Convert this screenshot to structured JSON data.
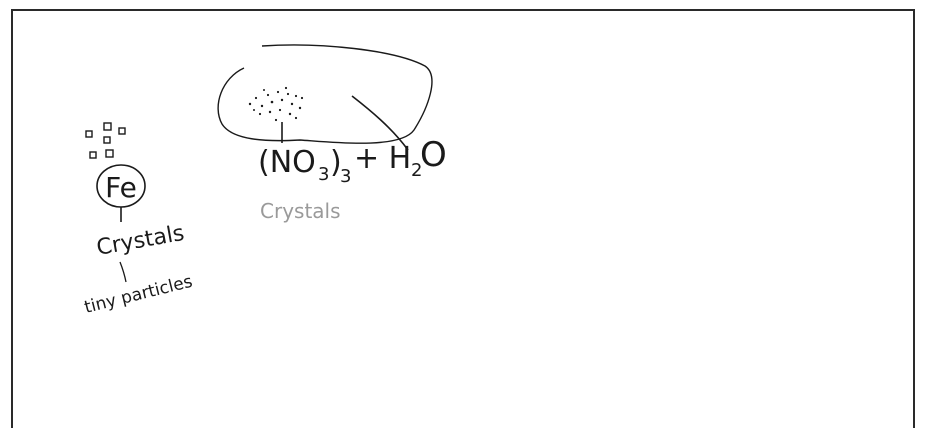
{
  "labels": {
    "fe": "Fe",
    "crystals_left": "Crystals",
    "tiny_particles": "tiny particles",
    "nitrate_group": "(NO",
    "nitrate_sub3": "3",
    "nitrate_close": ")",
    "nitrate_mult": "3",
    "plus_water": "+ H",
    "water_sub": "2",
    "water_o": "O",
    "crystals_right": "Crystals"
  },
  "colors": {
    "ink": "#1a1a1a",
    "faint_ink": "#9a9a9a",
    "frame": "#2a2a2a",
    "paper": "#ffffff"
  }
}
